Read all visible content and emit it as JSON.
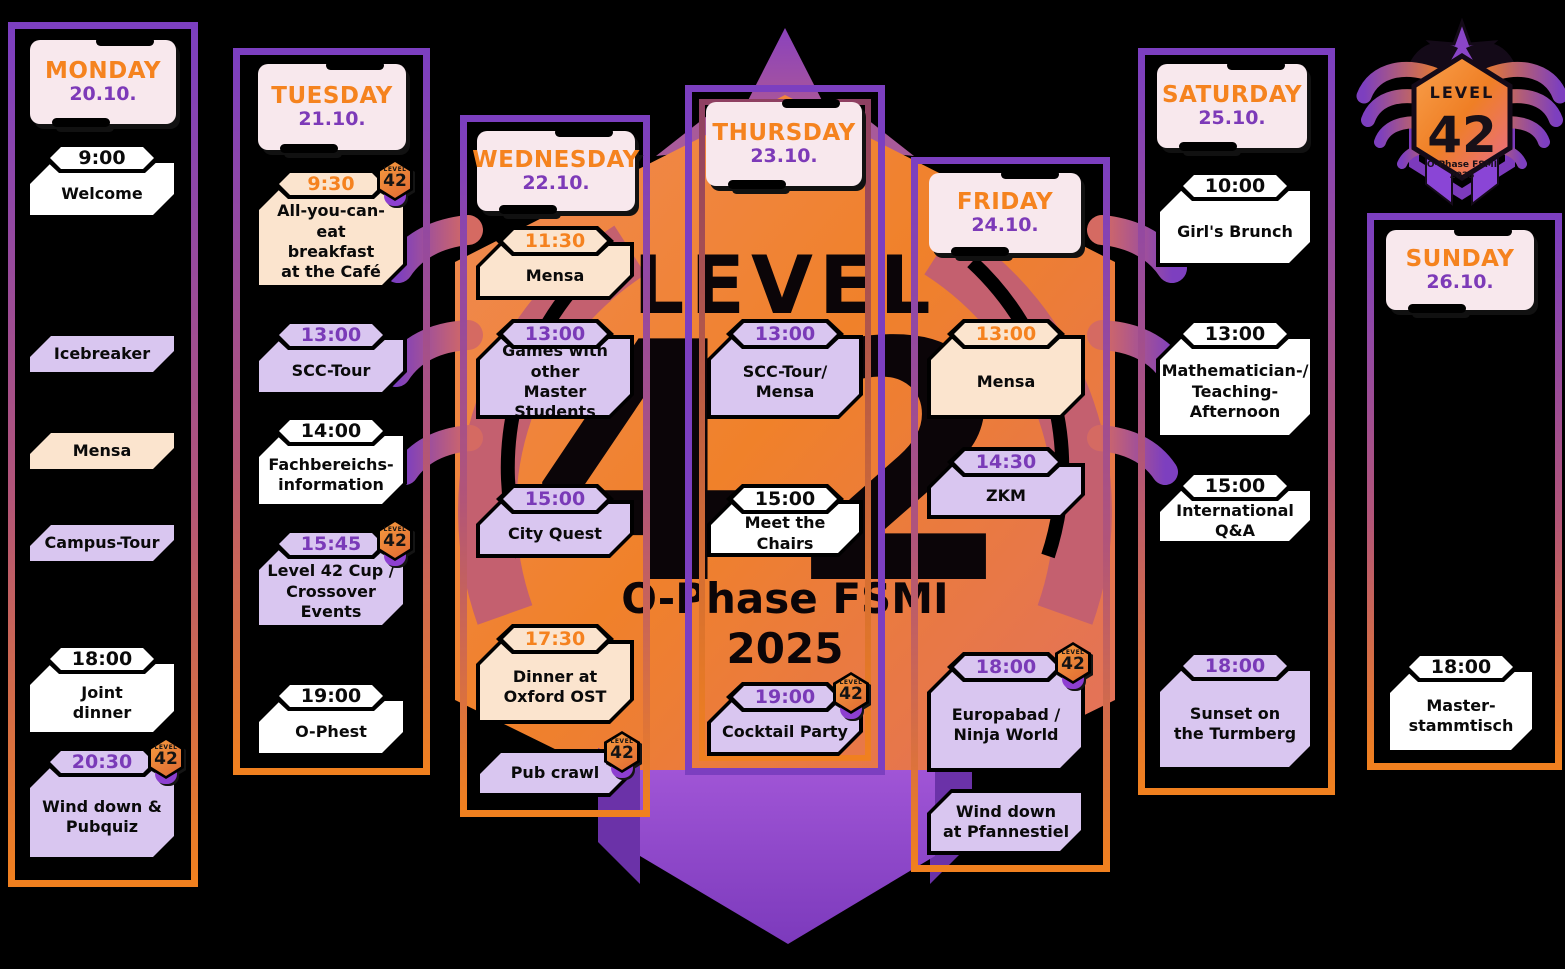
{
  "bg": {
    "word": "LEVEL",
    "number": "42",
    "line1": "O-Phase FSMI",
    "line2": "2025"
  },
  "logo": {
    "level": "LEVEL",
    "number": "42",
    "line1": "O-Phase FSMI",
    "line2": "2025"
  },
  "badge": {
    "level": "LEVEL",
    "number": "42"
  },
  "colors": {
    "background": "#000000",
    "accent_orange": "#F5831F",
    "accent_purple": "#7C3FC0",
    "lavender_box": "#D9C6F0",
    "peach_box": "#FBE4CE",
    "ticket_pink": "#F8E8ED",
    "white_box": "#FFFFFF"
  },
  "days": [
    {
      "name": "MONDAY",
      "date": "20.10.",
      "events": [
        {
          "time": "9:00",
          "title": "Welcome",
          "style": "white"
        },
        {
          "title": "Icebreaker",
          "style": "lavender"
        },
        {
          "title": "Mensa",
          "style": "peach"
        },
        {
          "title": "Campus-Tour",
          "style": "lavender"
        },
        {
          "time": "18:00",
          "title": "Joint\ndinner",
          "style": "white"
        },
        {
          "time": "20:30",
          "title": "Wind down &\nPubquiz",
          "style": "lavender",
          "badge": true
        }
      ]
    },
    {
      "name": "TUESDAY",
      "date": "21.10.",
      "events": [
        {
          "time": "9:30",
          "title": "All-you-can-eat\nbreakfast\nat the Café",
          "style": "peach",
          "badge": true
        },
        {
          "time": "13:00",
          "title": "SCC-Tour",
          "style": "lavender"
        },
        {
          "time": "14:00",
          "title": "Fachbereichs-\ninformation",
          "style": "white"
        },
        {
          "time": "15:45",
          "title": "Level 42 Cup /\nCrossover Events",
          "style": "lavender",
          "badge": true
        },
        {
          "time": "19:00",
          "title": "O-Phest",
          "style": "white"
        }
      ]
    },
    {
      "name": "WEDNESDAY",
      "date": "22.10.",
      "events": [
        {
          "time": "11:30",
          "title": "Mensa",
          "style": "peach"
        },
        {
          "time": "13:00",
          "title": "Games with other\nMaster Students",
          "style": "lavender"
        },
        {
          "time": "15:00",
          "title": "City Quest",
          "style": "lavender"
        },
        {
          "time": "17:30",
          "title": "Dinner at\nOxford OST",
          "style": "peach"
        },
        {
          "title": "Pub crawl",
          "style": "lavender",
          "badge": true
        }
      ]
    },
    {
      "name": "THURSDAY",
      "date": "23.10.",
      "events": [
        {
          "time": "13:00",
          "title": "SCC-Tour/\nMensa",
          "style": "lavender"
        },
        {
          "time": "15:00",
          "title": "Meet the Chairs",
          "style": "white"
        },
        {
          "time": "19:00",
          "title": "Cocktail Party",
          "style": "lavender",
          "badge": true
        }
      ]
    },
    {
      "name": "FRIDAY",
      "date": "24.10.",
      "events": [
        {
          "time": "13:00",
          "title": "Mensa",
          "style": "peach"
        },
        {
          "time": "14:30",
          "title": "ZKM",
          "style": "lavender"
        },
        {
          "time": "18:00",
          "title": "Europabad /\nNinja World",
          "style": "lavender",
          "badge": true
        },
        {
          "title": "Wind down\nat Pfannestiel",
          "style": "lavender"
        }
      ]
    },
    {
      "name": "SATURDAY",
      "date": "25.10.",
      "events": [
        {
          "time": "10:00",
          "title": "Girl's Brunch",
          "style": "white"
        },
        {
          "time": "13:00",
          "title": "Mathematician-/\nTeaching-\nAfternoon",
          "style": "white"
        },
        {
          "time": "15:00",
          "title": "International Q&A",
          "style": "white"
        },
        {
          "time": "18:00",
          "title": "Sunset on\nthe Turmberg",
          "style": "lavender"
        }
      ]
    },
    {
      "name": "SUNDAY",
      "date": "26.10.",
      "events": [
        {
          "time": "18:00",
          "title": "Master-\nstammtisch",
          "style": "white"
        }
      ]
    }
  ]
}
